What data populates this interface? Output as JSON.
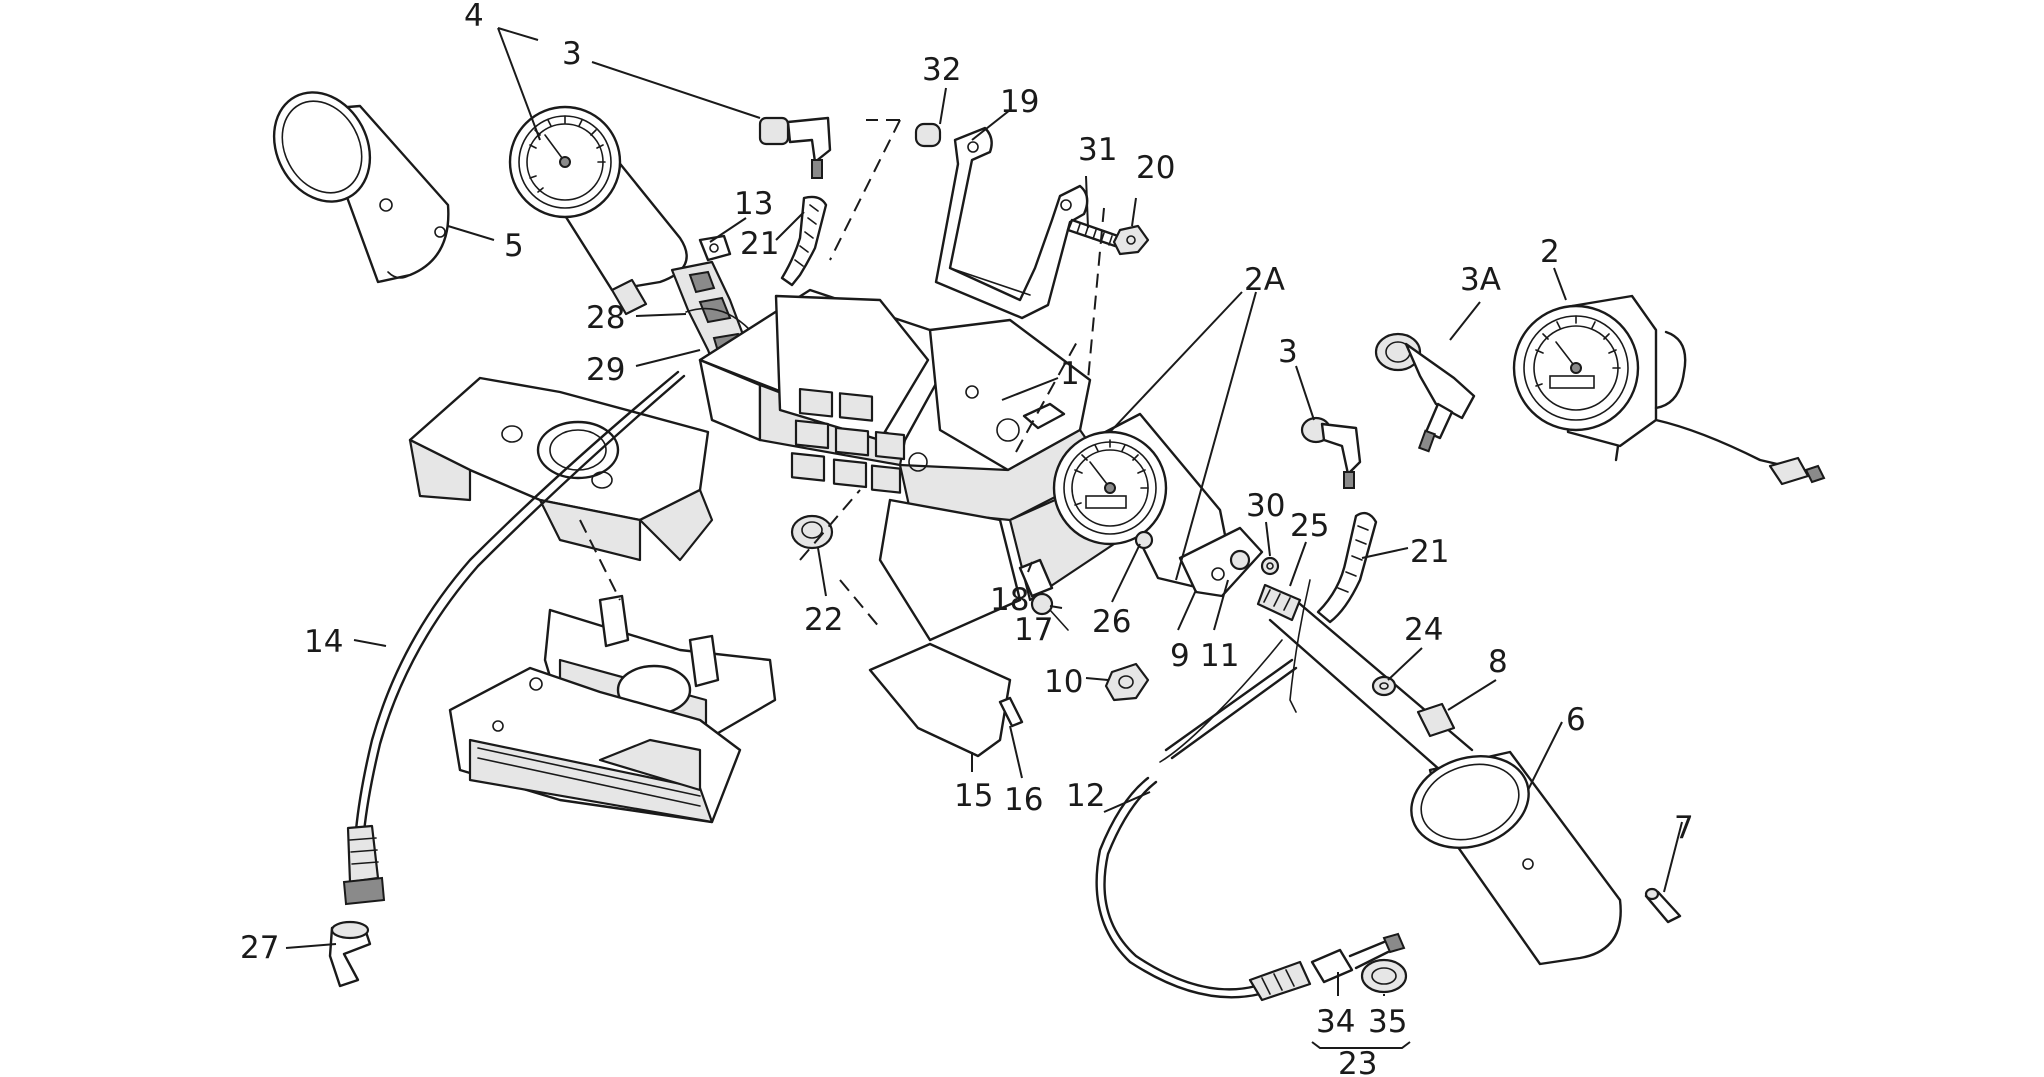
{
  "diagram": {
    "part_numbers": [
      "1",
      "2",
      "2A",
      "3",
      "3",
      "3A",
      "4",
      "5",
      "6",
      "7",
      "8",
      "9",
      "10",
      "11",
      "12",
      "13",
      "14",
      "15",
      "16",
      "17",
      "18",
      "19",
      "20",
      "21",
      "21",
      "22",
      "23",
      "24",
      "25",
      "26",
      "27",
      "28",
      "29",
      "30",
      "31",
      "32",
      "34",
      "35"
    ]
  },
  "callouts": [
    {
      "id": "c-4",
      "label": "4"
    },
    {
      "id": "c-3a",
      "label": "3"
    },
    {
      "id": "c-5",
      "label": "5"
    },
    {
      "id": "c-32",
      "label": "32"
    },
    {
      "id": "c-19",
      "label": "19"
    },
    {
      "id": "c-31",
      "label": "31"
    },
    {
      "id": "c-20",
      "label": "20"
    },
    {
      "id": "c-13",
      "label": "13"
    },
    {
      "id": "c-21a",
      "label": "21"
    },
    {
      "id": "c-28",
      "label": "28"
    },
    {
      "id": "c-29",
      "label": "29"
    },
    {
      "id": "c-1",
      "label": "1"
    },
    {
      "id": "c-2A",
      "label": "2A"
    },
    {
      "id": "c-3b",
      "label": "3"
    },
    {
      "id": "c-3A",
      "label": "3A"
    },
    {
      "id": "c-2",
      "label": "2"
    },
    {
      "id": "c-30",
      "label": "30"
    },
    {
      "id": "c-25",
      "label": "25"
    },
    {
      "id": "c-21b",
      "label": "21"
    },
    {
      "id": "c-24",
      "label": "24"
    },
    {
      "id": "c-8",
      "label": "8"
    },
    {
      "id": "c-22",
      "label": "22"
    },
    {
      "id": "c-18",
      "label": "18"
    },
    {
      "id": "c-17",
      "label": "17"
    },
    {
      "id": "c-26",
      "label": "26"
    },
    {
      "id": "c-9",
      "label": "9"
    },
    {
      "id": "c-11",
      "label": "11"
    },
    {
      "id": "c-10",
      "label": "10"
    },
    {
      "id": "c-14",
      "label": "14"
    },
    {
      "id": "c-15",
      "label": "15"
    },
    {
      "id": "c-16",
      "label": "16"
    },
    {
      "id": "c-12",
      "label": "12"
    },
    {
      "id": "c-6",
      "label": "6"
    },
    {
      "id": "c-7",
      "label": "7"
    },
    {
      "id": "c-27",
      "label": "27"
    },
    {
      "id": "c-34",
      "label": "34"
    },
    {
      "id": "c-35",
      "label": "35"
    },
    {
      "id": "c-23",
      "label": "23"
    }
  ]
}
